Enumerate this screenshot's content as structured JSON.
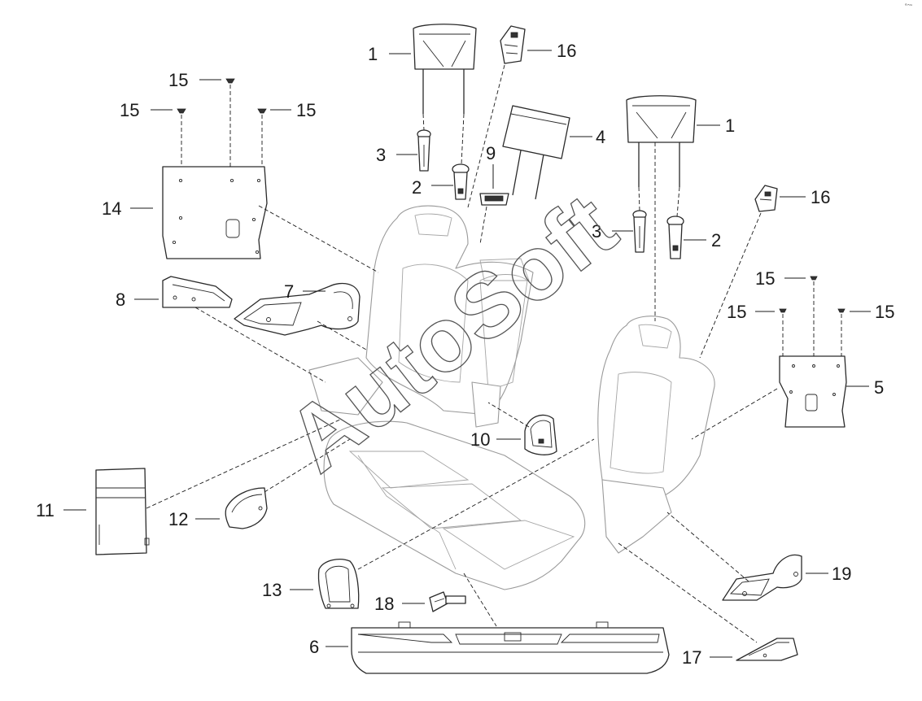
{
  "watermark": "AutoSoft",
  "corner_mark": "˚ˆ˜",
  "callouts": {
    "headrest_left": "1",
    "headrest_right": "1",
    "guide_lock_left": "2",
    "guide_lock_right": "2",
    "guide_left": "3",
    "guide_right": "3",
    "headrest_center": "4",
    "panel_right": "5",
    "seat_bottom_trim": "6",
    "hinge_cover_left": "7",
    "latch_cover_left": "8",
    "center_guide": "9",
    "belt_guide_cover": "10",
    "center_panel": "11",
    "pivot_cover": "12",
    "latch_bezel": "13",
    "panel_left": "14",
    "screw_top": "15",
    "screw_left": "15",
    "screw_left_b": "15",
    "screw_right_top": "15",
    "screw_right_a": "15",
    "screw_right_b": "15",
    "latch_button_left": "16",
    "latch_button_right": "16",
    "latch_cover_right": "17",
    "clip": "18",
    "hinge_cover_right": "19"
  }
}
